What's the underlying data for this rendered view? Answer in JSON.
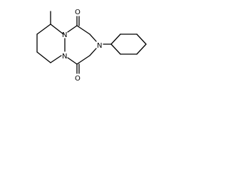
{
  "molecule": {
    "atoms": [
      {
        "id": "n1",
        "element": "N"
      },
      {
        "id": "n2",
        "element": "N"
      },
      {
        "id": "n3",
        "element": "N"
      },
      {
        "id": "o1",
        "element": "O"
      },
      {
        "id": "o2",
        "element": "O"
      }
    ],
    "bond_color": "#000000",
    "background": "#ffffff"
  }
}
